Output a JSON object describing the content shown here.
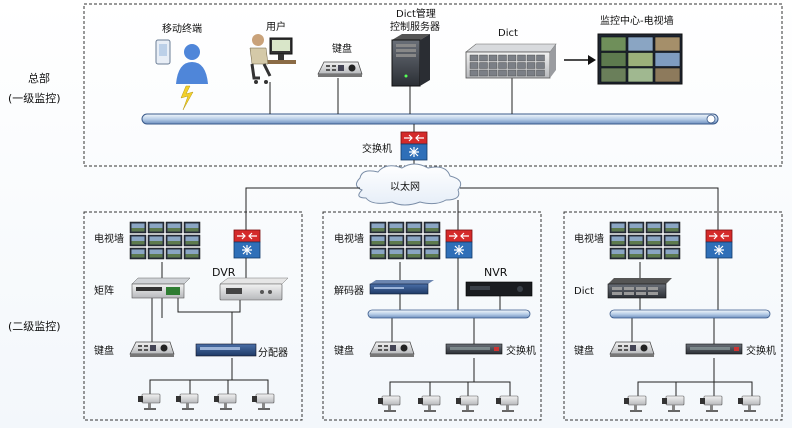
{
  "hq": {
    "label_line1": "总部",
    "label_line2": "(一级监控)",
    "mobile_terminal": "移动终端",
    "user": "用户",
    "keyboard": "键盘",
    "server_line1": "Dict管理",
    "server_line2": "控制服务器",
    "storage": "Dict",
    "video_wall": "监控中心-电视墙",
    "switch": "交换机"
  },
  "network": {
    "ethernet": "以太网"
  },
  "branch_label": "(二级监控)",
  "branch1": {
    "tv_wall": "电视墙",
    "matrix": "矩阵",
    "dvr": "DVR",
    "keyboard": "键盘",
    "distributor": "分配器"
  },
  "branch2": {
    "tv_wall": "电视墙",
    "decoder": "解码器",
    "nvr": "NVR",
    "keyboard": "键盘",
    "switch": "交换机"
  },
  "branch3": {
    "tv_wall": "电视墙",
    "storage": "Dict",
    "keyboard": "键盘",
    "switch": "交换机"
  },
  "colors": {
    "bus_fill": "#cfe0f2",
    "bus_stroke": "#3a5a8a",
    "line": "#222222",
    "switch_red": "#d42a2a",
    "switch_blue": "#2f6fb8",
    "frame_dash": "#333333"
  }
}
